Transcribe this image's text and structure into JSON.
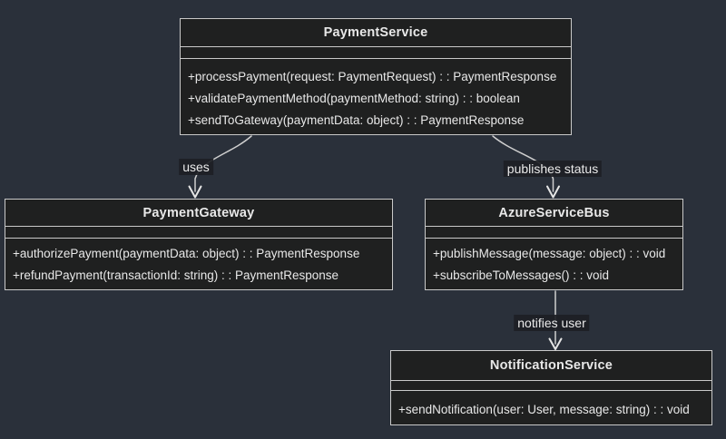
{
  "diagram": {
    "type": "uml-class-diagram",
    "colors": {
      "background": "#2a303a",
      "node_fill": "#1f2020",
      "node_border": "#c9c9c9",
      "text": "#e8e8e8",
      "edge": "#cfcfcf",
      "edge_label_bg": "#1d2025"
    },
    "classes": [
      {
        "name": "PaymentService",
        "attributes": [],
        "methods": [
          "+processPayment(request: PaymentRequest) : : PaymentResponse",
          "+validatePaymentMethod(paymentMethod: string) : : boolean",
          "+sendToGateway(paymentData: object) : : PaymentResponse"
        ]
      },
      {
        "name": "PaymentGateway",
        "attributes": [],
        "methods": [
          "+authorizePayment(paymentData: object) : : PaymentResponse",
          "+refundPayment(transactionId: string) : : PaymentResponse"
        ]
      },
      {
        "name": "AzureServiceBus",
        "attributes": [],
        "methods": [
          "+publishMessage(message: object) : : void",
          "+subscribeToMessages() : : void"
        ]
      },
      {
        "name": "NotificationService",
        "attributes": [],
        "methods": [
          "+sendNotification(user: User, message: string) : : void"
        ]
      }
    ],
    "edges": [
      {
        "from": "PaymentService",
        "to": "PaymentGateway",
        "label": "uses"
      },
      {
        "from": "PaymentService",
        "to": "AzureServiceBus",
        "label": "publishes status"
      },
      {
        "from": "AzureServiceBus",
        "to": "NotificationService",
        "label": "notifies user"
      }
    ]
  }
}
